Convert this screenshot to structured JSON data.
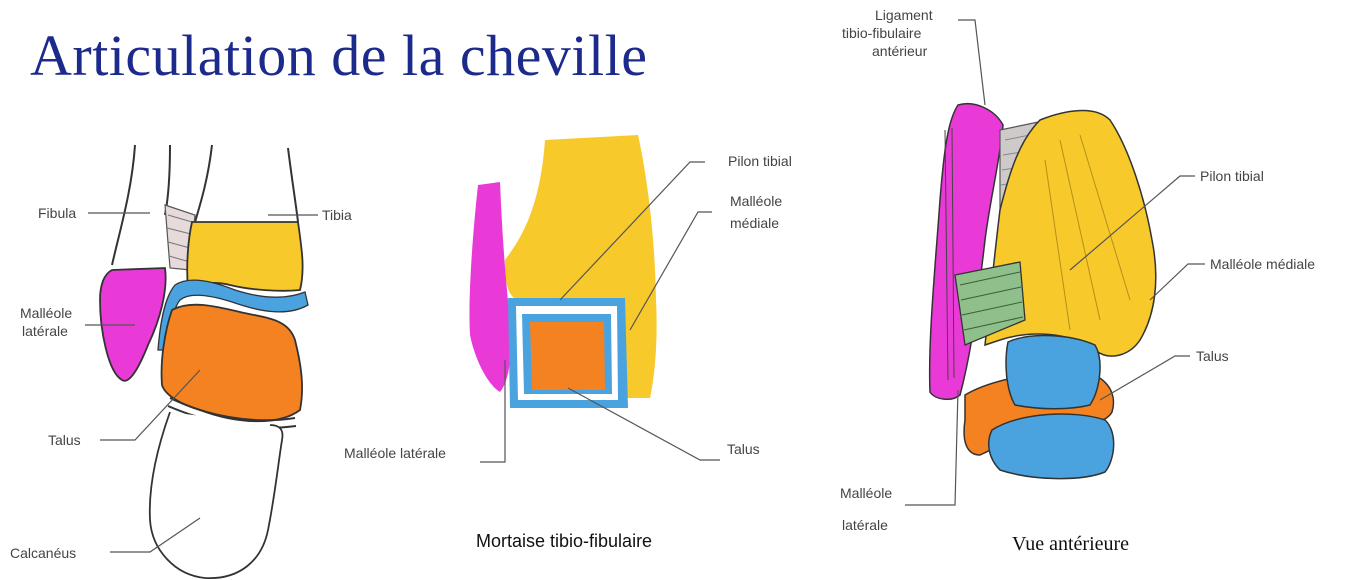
{
  "title": "Articulation de la cheville",
  "figure1": {
    "labels": {
      "fibula": "Fibula",
      "tibia": "Tibia",
      "malleole_laterale_1": "Malléole",
      "malleole_laterale_2": "latérale",
      "talus": "Talus",
      "calcaneus": "Calcanéus"
    }
  },
  "figure2": {
    "caption": "Mortaise tibio-fibulaire",
    "labels": {
      "pilon_tibial": "Pilon tibial",
      "malleole_mediale_1": "Malléole",
      "malleole_mediale_2": "médiale",
      "malleole_laterale": "Malléole latérale",
      "talus": "Talus"
    }
  },
  "figure3": {
    "caption": "Vue antérieure",
    "labels": {
      "ligament_1": "Ligament",
      "ligament_2": "tibio-fibulaire",
      "ligament_3": "antérieur",
      "pilon_tibial": "Pilon tibial",
      "malleole_mediale": "Malléole médiale",
      "talus": "Talus",
      "malleole_laterale_1": "Malléole",
      "malleole_laterale_2": "latérale"
    }
  },
  "colors": {
    "title": "#1c2a8c",
    "tibia": "#f7c92a",
    "fibula": "#e93ad8",
    "talus": "#f58220",
    "cartilage": "#4aa3df",
    "ligament": "#8fbf8a"
  }
}
